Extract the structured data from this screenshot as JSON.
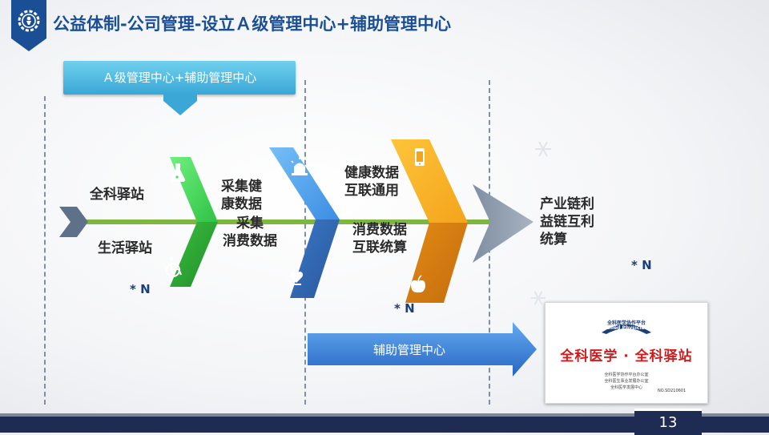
{
  "header": {
    "title": "公益体制-公司管理-设立Ａ级管理中心+辅助管理中心"
  },
  "callout": {
    "label": "Ａ级管理中心+辅助管理中心"
  },
  "labels": {
    "quanke_yizhan": "全科驿站",
    "shenghuo_yizhan": "生活驿站",
    "caiji_jiankang": "采集健\n康数据",
    "caiji_xiaofei": "采集\n消费数据",
    "jiankang_hulian": "健康数据\n互联通用",
    "xiaofei_hulian": "消费数据\n互联统算",
    "chanye_lian": "产业链利\n益链互利\n统算"
  },
  "multipliers": {
    "n1": "* N",
    "n2": "* N",
    "n3": "* N"
  },
  "bottom_arrow": {
    "label": "辅助管理中心"
  },
  "certificate": {
    "org": "全科医学协作平台",
    "org_en": "Allied Physician",
    "title": "全科医学 · 全科驿站",
    "lines": [
      "全科医学协作平台办公室",
      "全科医生事业发展办公室",
      "全科医学发展中心"
    ],
    "number": "NO.SD210601"
  },
  "footer": {
    "page_number": "13"
  },
  "colors": {
    "green": "#4cd964",
    "blue": "#4fa3ec",
    "orange": "#f7b52a",
    "title_blue": "#1b4f95",
    "navy": "#1e2b52"
  },
  "icons": [
    "gear-logo-icon",
    "flask-icon",
    "wheelchair-icon",
    "alarm-light-icon",
    "heart-hand-icon",
    "smartphone-icon",
    "apple-icon"
  ]
}
